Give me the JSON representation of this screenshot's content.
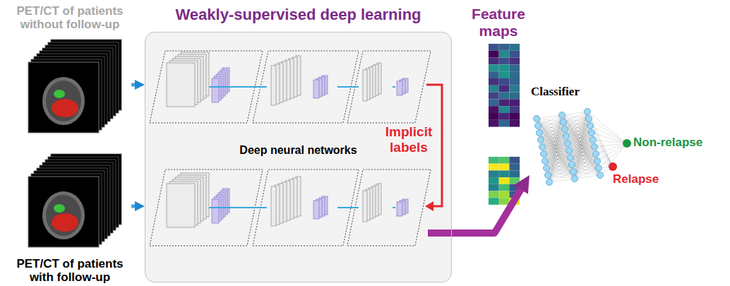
{
  "diagram": {
    "nodes": [
      {
        "text": [
          "PET/CT of patients without follow-up"
        ]
      },
      {
        "text": [
          "PET/CT of patients with follow-up"
        ]
      },
      {
        "text": [
          "Weakly-supervised deep learning",
          "Deep neural networks"
        ]
      },
      {
        "text": [
          "Feature maps"
        ]
      },
      {
        "text": [
          "Classifier"
        ]
      }
    ],
    "edges": [
      {
        "from": 0,
        "to": 2,
        "arrow": "to"
      },
      {
        "from": 1,
        "to": 2,
        "arrow": "to"
      },
      {
        "from": 2,
        "to": 4,
        "arrow": "to"
      }
    ],
    "labels": [
      "Implicit labels",
      "Non-relapse",
      "Relapse"
    ]
  }
}
